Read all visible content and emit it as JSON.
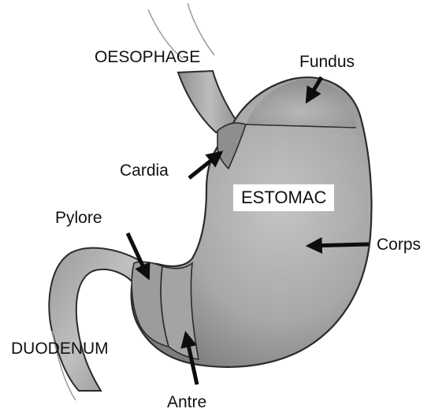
{
  "labels": {
    "oesophage": "OESOPHAGE",
    "fundus": "Fundus",
    "cardia": "Cardia",
    "estomac": "ESTOMAC",
    "pylore": "Pylore",
    "corps": "Corps",
    "duodenum": "DUODENUM",
    "antre": "Antre"
  },
  "colors": {
    "organ_fill": "#a6a6a6",
    "organ_dark": "#7a7a7a",
    "outline": "#2b2b2b",
    "arrow": "#0d0d0d",
    "label_box": "#ffffff"
  }
}
